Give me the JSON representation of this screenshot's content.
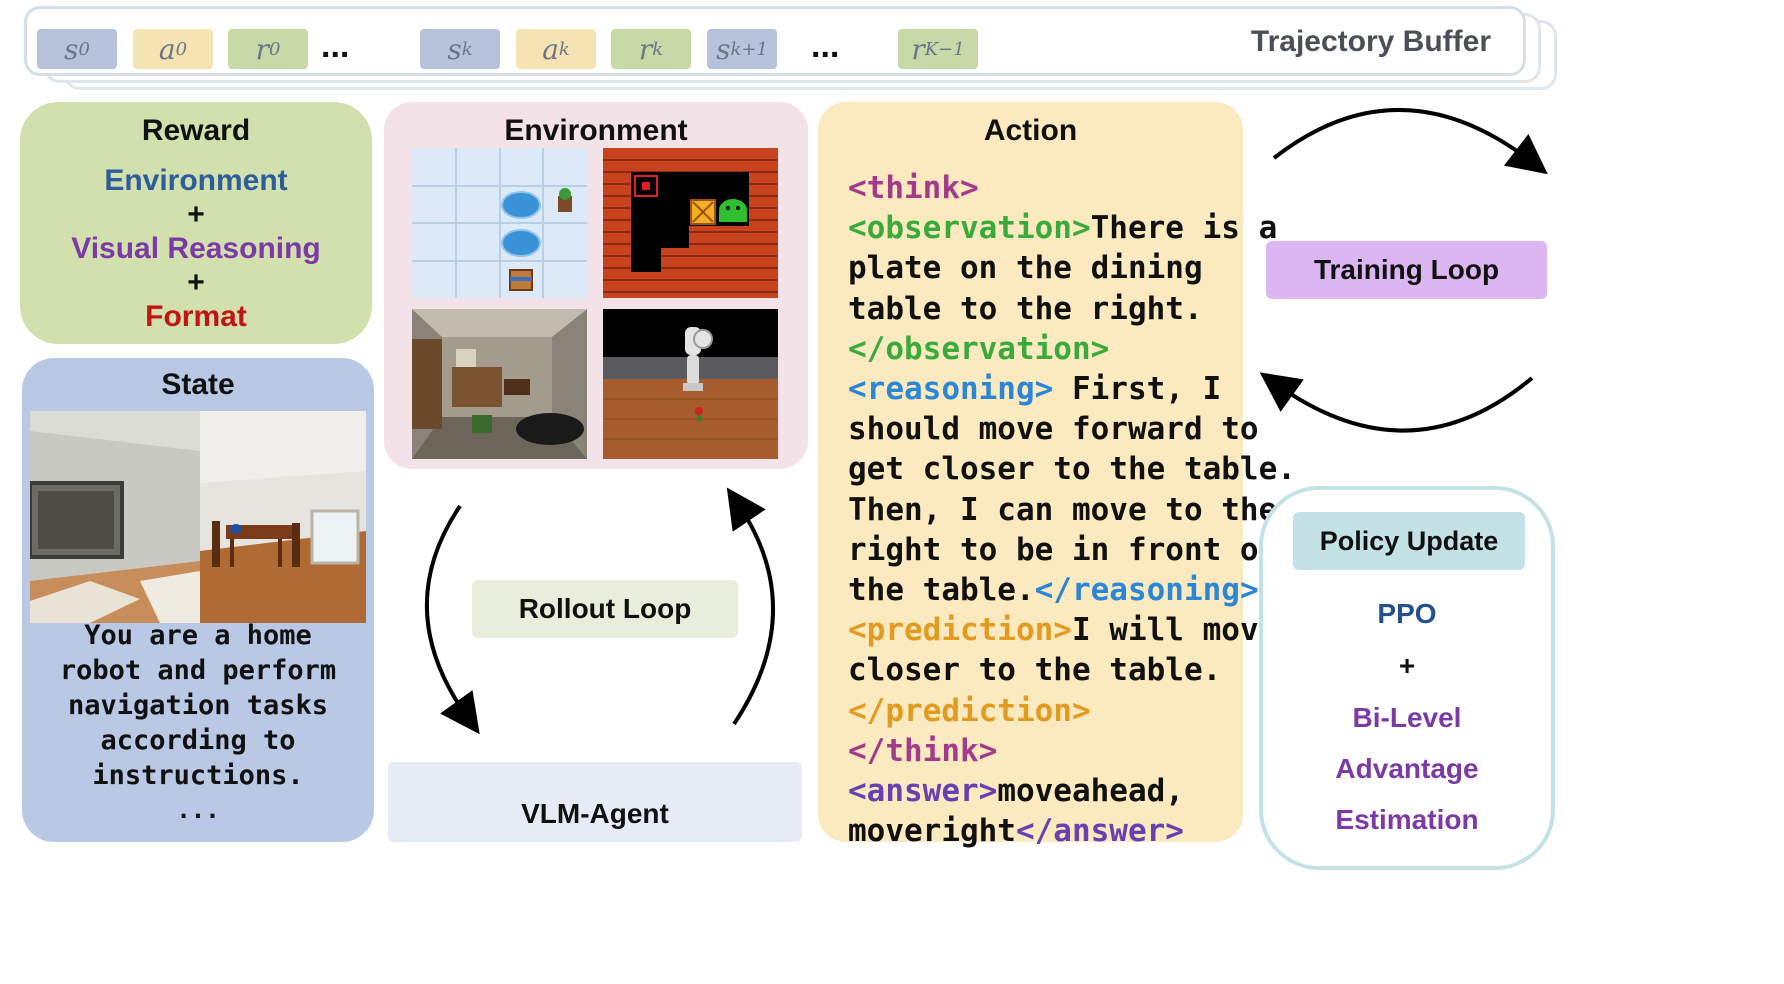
{
  "trajectory": {
    "title": "Trajectory Buffer",
    "tokens": [
      {
        "kind": "s",
        "sym": "s",
        "sub": "0"
      },
      {
        "kind": "a",
        "sym": "a",
        "sub": "0"
      },
      {
        "kind": "r",
        "sym": "r",
        "sub": "0"
      },
      {
        "kind": "s",
        "sym": "s",
        "sub": "k"
      },
      {
        "kind": "a",
        "sym": "a",
        "sub": "k"
      },
      {
        "kind": "r",
        "sym": "r",
        "sub": "k"
      },
      {
        "kind": "s",
        "sym": "s",
        "sub": "k+1"
      },
      {
        "kind": "r",
        "sym": "r",
        "sub": "K−1"
      }
    ],
    "ellipsis": "..."
  },
  "reward": {
    "title": "Reward",
    "term1": "Environment",
    "plus": "+",
    "term2": "Visual Reasoning",
    "term3": "Format"
  },
  "environment": {
    "title": "Environment"
  },
  "state": {
    "title": "State",
    "text": "You are a home robot and perform navigation tasks according to instructions.",
    "ellipsis": "..."
  },
  "action": {
    "title": "Action",
    "think_open": "<think>",
    "obs_open": "<observation>",
    "obs_text": "There is a plate on the dining table to the right.",
    "obs_close": "</observation>",
    "rea_open": "<reasoning>",
    "rea_text": " First, I should move forward to get closer to the table. Then, I can move to the right to be in front of the table.",
    "rea_close": "</reasoning>",
    "pre_open": "<prediction>",
    "pre_text": "I will move closer to the table.",
    "pre_close": "</prediction>",
    "think_close": "</think>",
    "ans_open": "<answer>",
    "ans_text": "moveahead, moveright",
    "ans_close": "</answer>"
  },
  "rollout": {
    "label": "Rollout Loop"
  },
  "agent": {
    "label": "VLM-Agent"
  },
  "training": {
    "label": "Training Loop"
  },
  "policy": {
    "title": "Policy Update",
    "term1": "PPO",
    "plus": "+",
    "term2_line1": "Bi-Level",
    "term2_line2": "Advantage",
    "term2_line3": "Estimation"
  },
  "colors": {
    "reward_bg": "#d2e0ae",
    "state_bg": "#b9c8e4",
    "env_bg": "#f3e3e8",
    "action_bg": "#fbeac0",
    "training_bg": "#dcb5f3",
    "policy_title_bg": "#c4e2e6",
    "environment_term": "#2e5e9a",
    "reasoning_term": "#7b3aa5",
    "format_term": "#c21414",
    "ppo": "#24508f",
    "bilevel": "#7b3aa5"
  }
}
